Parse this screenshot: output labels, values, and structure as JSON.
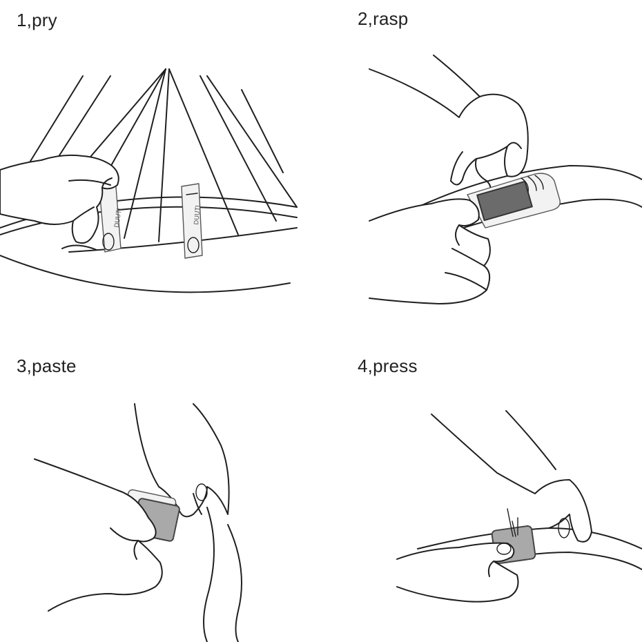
{
  "steps": [
    {
      "label": "1,pry"
    },
    {
      "label": "2,rasp"
    },
    {
      "label": "3,paste"
    },
    {
      "label": "4,press"
    }
  ],
  "tool_brand": "DUUTI"
}
